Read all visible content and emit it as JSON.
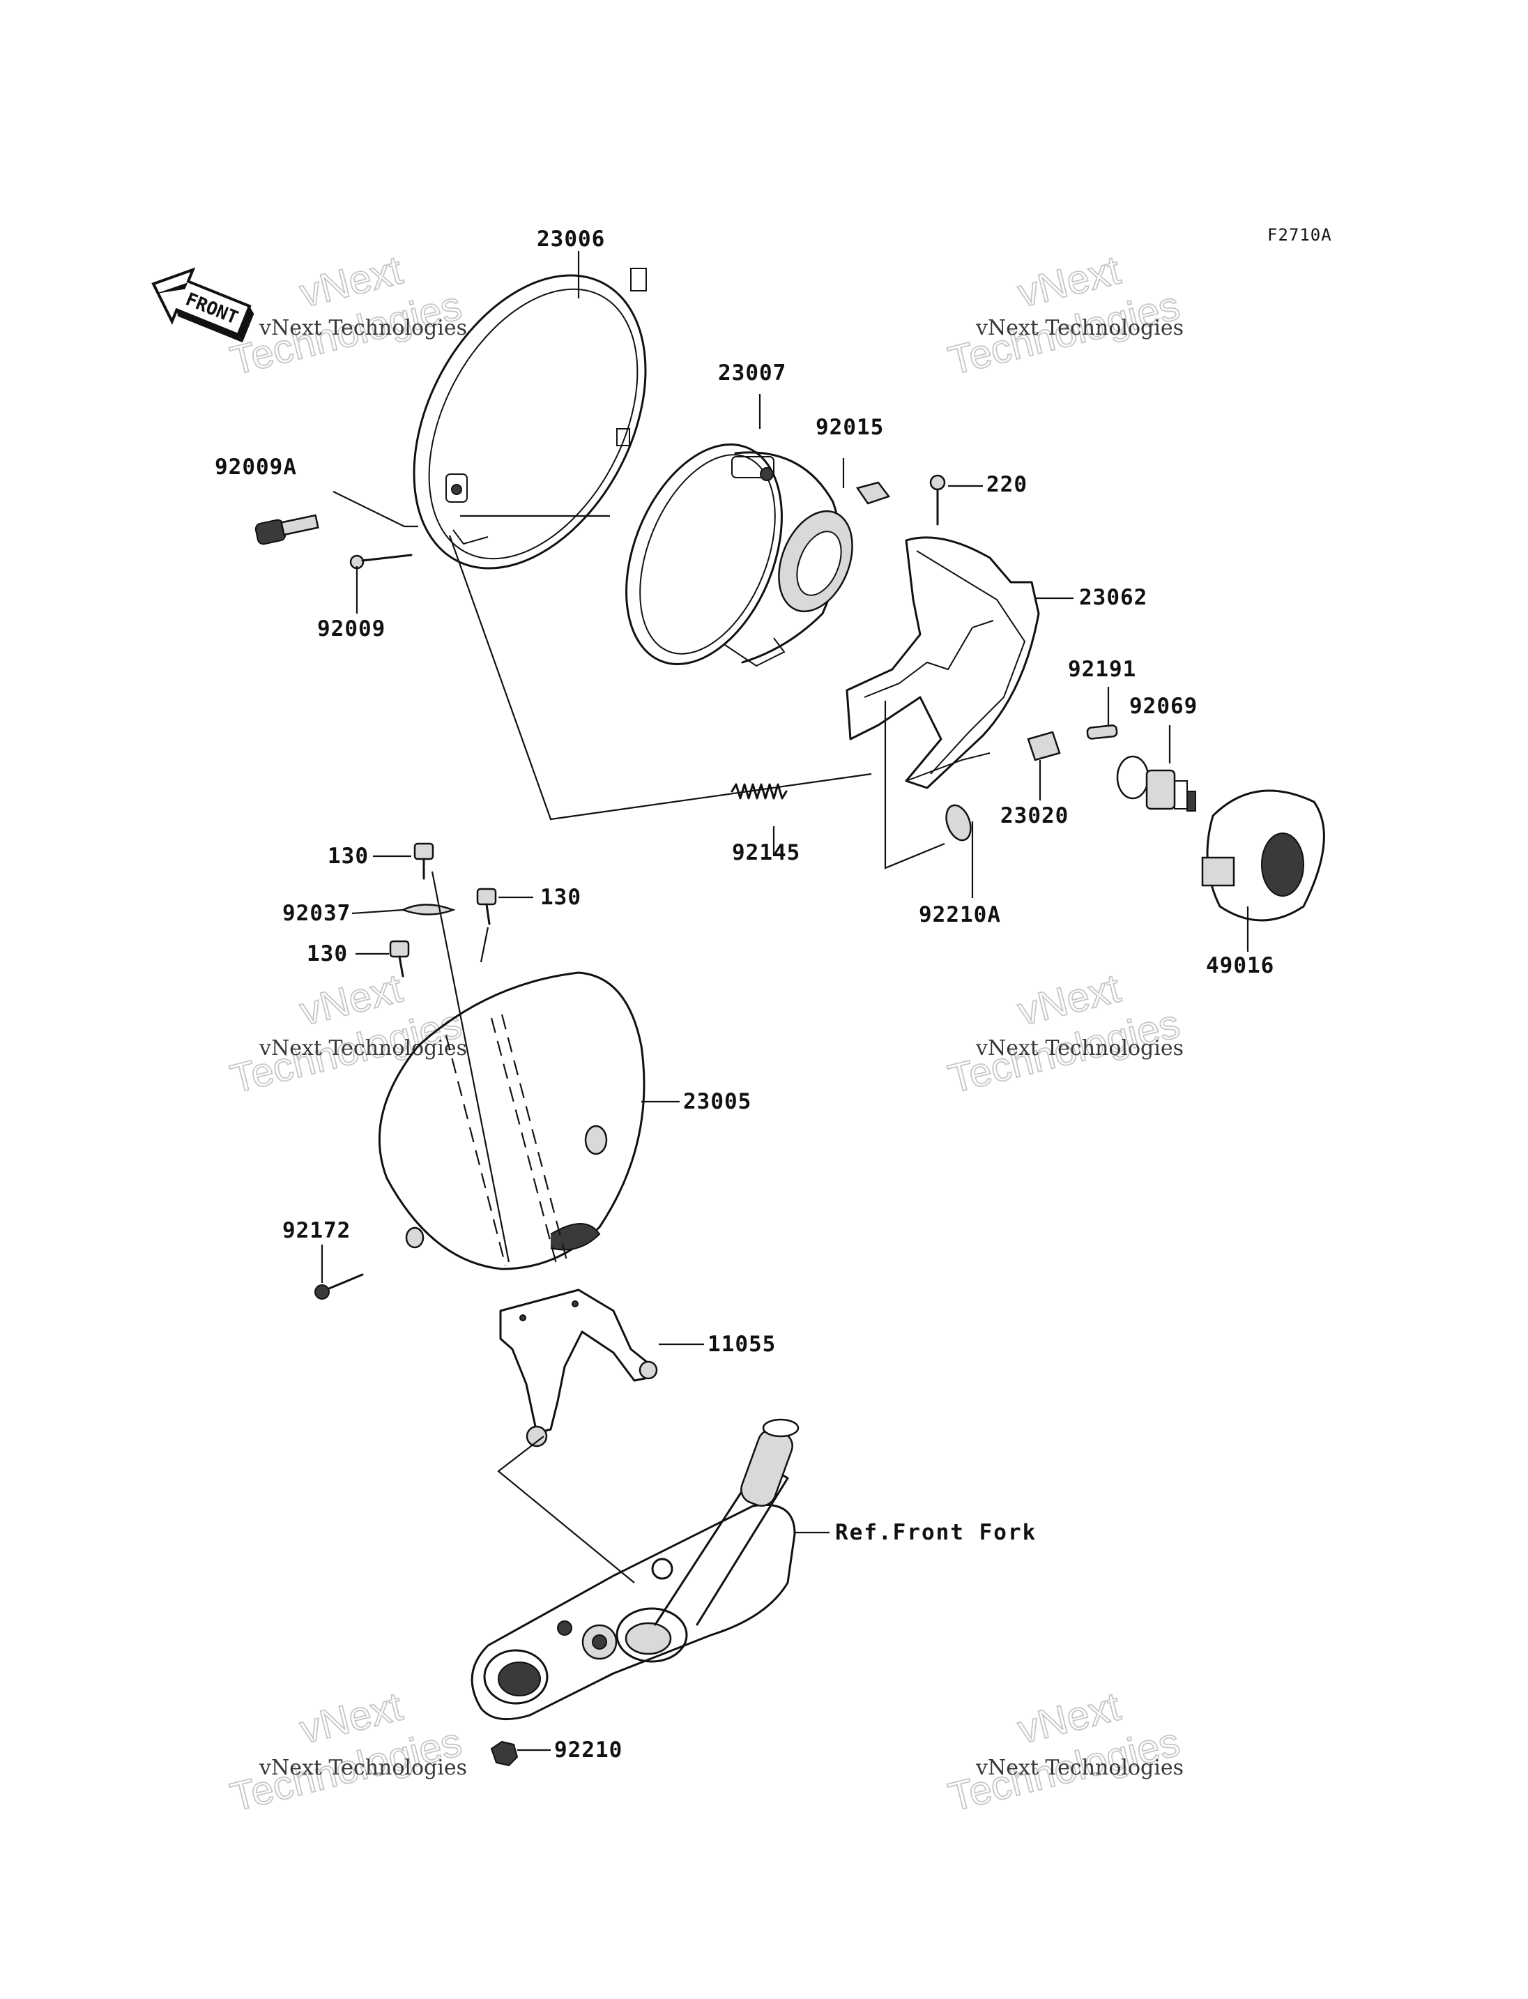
{
  "figure_code": "F2710A",
  "front_indicator": "FRONT",
  "reference_label": "Ref.Front Fork",
  "watermark": {
    "line1": "vNext Technologies",
    "line2_a": "vNext",
    "line2_b": "Technologies"
  },
  "parts": [
    {
      "id": "p23006",
      "number": "23006"
    },
    {
      "id": "p23007",
      "number": "23007"
    },
    {
      "id": "p92015",
      "number": "92015"
    },
    {
      "id": "p220",
      "number": "220"
    },
    {
      "id": "p92009A",
      "number": "92009A"
    },
    {
      "id": "p92009",
      "number": "92009"
    },
    {
      "id": "p23062",
      "number": "23062"
    },
    {
      "id": "p92191",
      "number": "92191"
    },
    {
      "id": "p92069",
      "number": "92069"
    },
    {
      "id": "p23020",
      "number": "23020"
    },
    {
      "id": "p92145",
      "number": "92145"
    },
    {
      "id": "p92210A",
      "number": "92210A"
    },
    {
      "id": "p49016",
      "number": "49016"
    },
    {
      "id": "p130a",
      "number": "130"
    },
    {
      "id": "p92037",
      "number": "92037"
    },
    {
      "id": "p130b",
      "number": "130"
    },
    {
      "id": "p130c",
      "number": "130"
    },
    {
      "id": "p23005",
      "number": "23005"
    },
    {
      "id": "p92172",
      "number": "92172"
    },
    {
      "id": "p11055",
      "number": "11055"
    },
    {
      "id": "p92210",
      "number": "92210"
    }
  ]
}
